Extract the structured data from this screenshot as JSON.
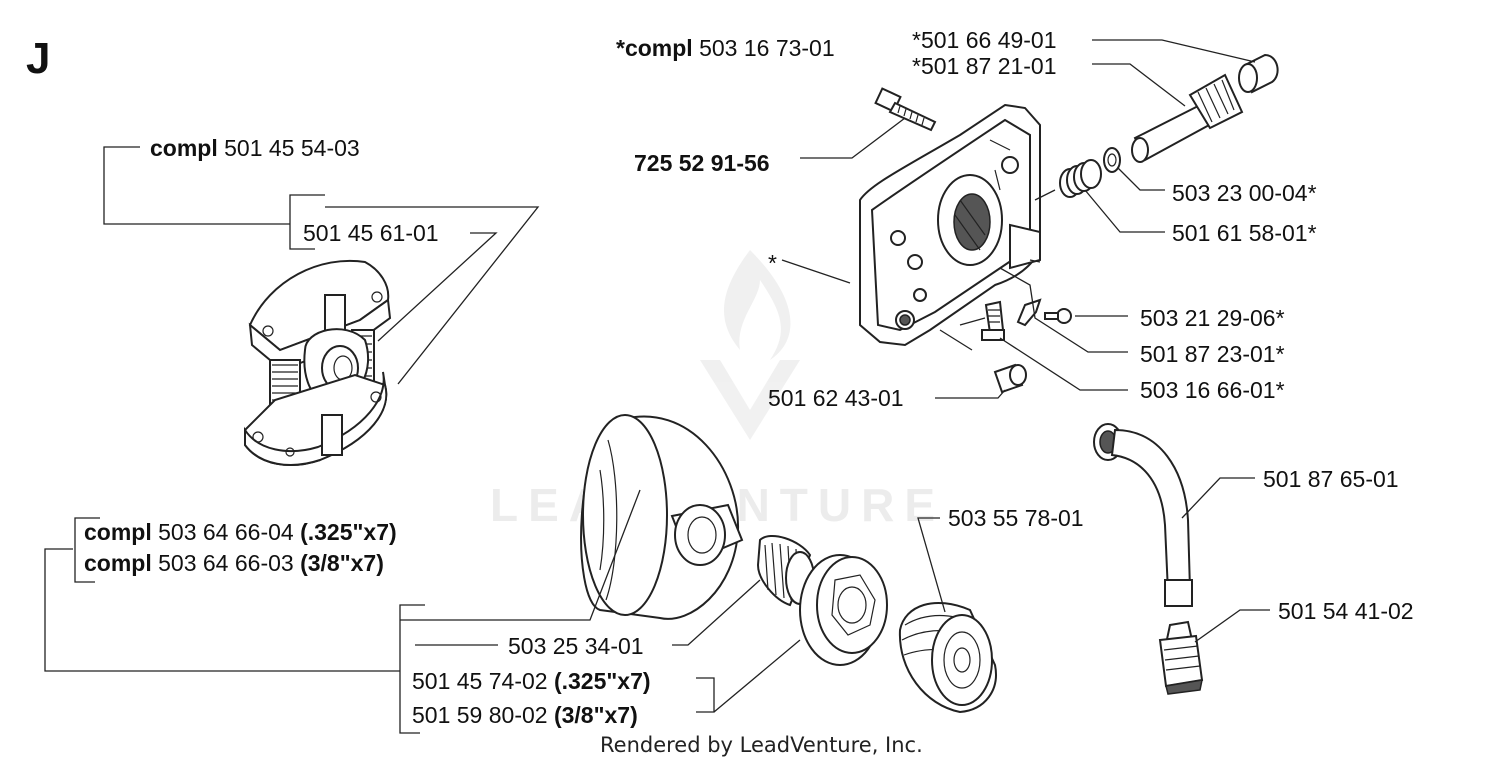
{
  "section_letter": "J",
  "footer": "Rendered by LeadVenture, Inc.",
  "watermark": "LEADVENTURE",
  "labels": {
    "pump_compl": {
      "prefix": "*compl",
      "number": "503 16 73-01"
    },
    "screw": "725 52 91-56",
    "seal_a": "*501 66 49-01",
    "shaft_b": "*501 87 21-01",
    "washer": "503 23 00-04*",
    "spring": "501 61 58-01*",
    "housing": "*",
    "screw_small": "503 21 29-06*",
    "lever": "501 87 23-01*",
    "valve": "503 16 66-01*",
    "nut": "501 62 43-01",
    "clutch_compl": {
      "prefix": "compl",
      "number": "501 45 54-03"
    },
    "clutch_spring": "501 45 61-01",
    "drum_compl_325": {
      "prefix": "compl",
      "number": "503 64 66-04",
      "suffix": "(.325\"x7)"
    },
    "drum_compl_38": {
      "prefix": "compl",
      "number": "503 64 66-03",
      "suffix": "(3/8\"x7)"
    },
    "bearing": "503 25 34-01",
    "rim_325": {
      "number": "501 45 74-02",
      "suffix": "(.325\"x7)"
    },
    "rim_38": {
      "number": "501 59 80-02",
      "suffix": "(3/8\"x7)"
    },
    "worm": "503 55 78-01",
    "oil_hose": "501 87 65-01",
    "oil_filter": "501 54 41-02"
  }
}
